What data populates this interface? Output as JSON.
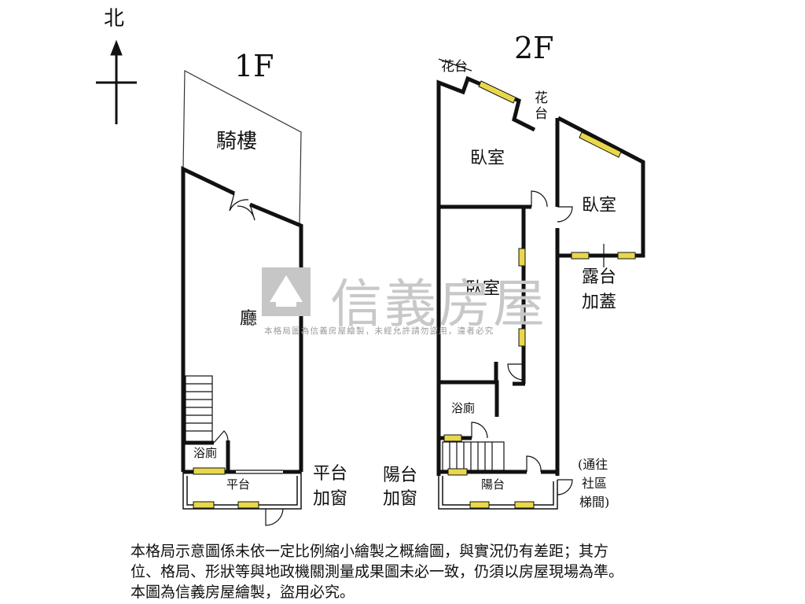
{
  "compass": {
    "north_label": "北"
  },
  "floor1": {
    "title": "1F",
    "rooms": {
      "arcade": "騎樓",
      "hall": "廳",
      "bathroom": "浴廁",
      "platform": "平台"
    },
    "note_platform_window": [
      "平台",
      "加窗"
    ]
  },
  "floor2": {
    "title": "2F",
    "rooms": {
      "bedroom_nw": "臥室",
      "bedroom_ne": "臥室",
      "bedroom_center": "臥室",
      "bathroom": "浴廁",
      "balcony": "陽台",
      "planter_1": "花台",
      "planter_2": [
        "花",
        "台"
      ]
    },
    "note_terrace": [
      "露台",
      "加蓋"
    ],
    "note_balcony_window": [
      "陽台",
      "加窗"
    ],
    "note_stairs": [
      "(通往",
      "社區",
      "梯間)"
    ]
  },
  "watermark": {
    "brand": "信義房屋",
    "notice": "本格局圖為信義房屋繪製，未經允許請勿盜用，違者必究"
  },
  "disclaimer": [
    "本格局示意圖係未依一定比例縮小繪製之概繪圖，與實況仍有差距；其方",
    "位、格局、形狀等與地政機關測量成果圖未必一致，仍須以房屋現場為準。",
    "本圖為信義房屋繪製，盜用必究。"
  ],
  "colors": {
    "wall": "#111111",
    "window": "#e8d84a",
    "watermark": "#c8c8c8"
  }
}
